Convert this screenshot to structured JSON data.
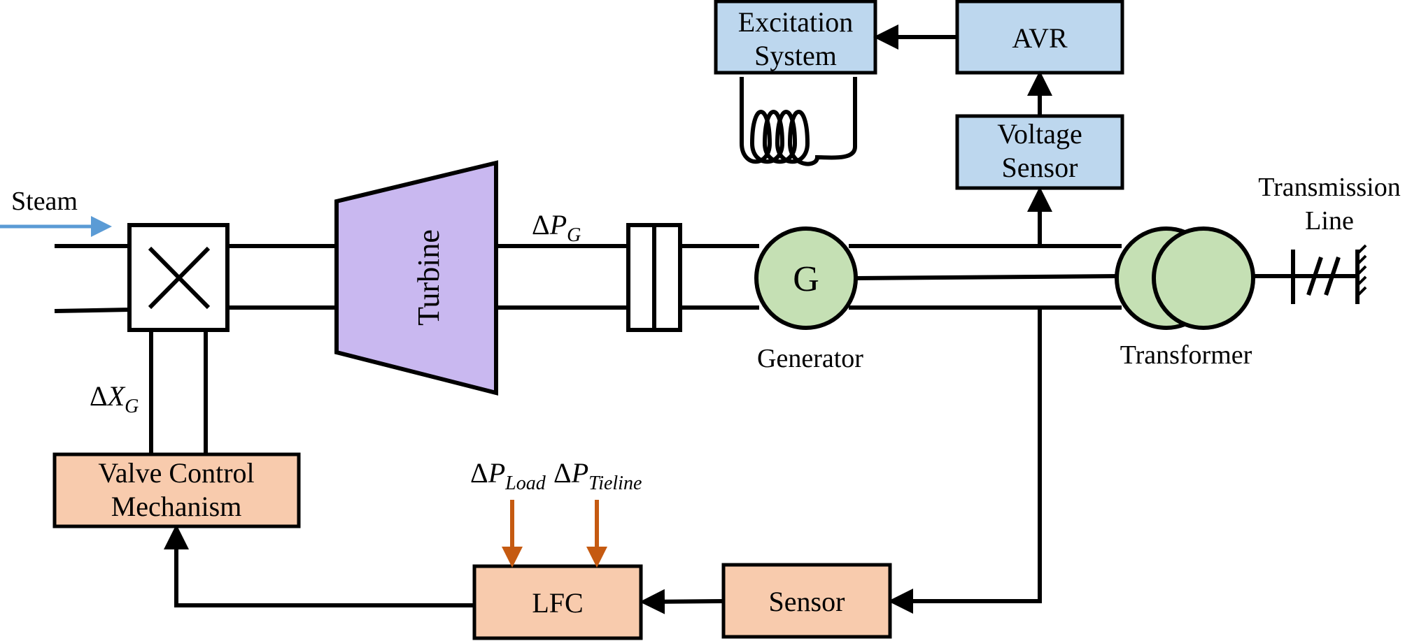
{
  "colors": {
    "steam_label": "#ff0000",
    "steam_arrow": "#5b9bd5",
    "blue_box": "#bdd7ee",
    "orange_box": "#f8cbad",
    "turbine_fill": "#c9b8f0",
    "green_fill": "#c5e0b4",
    "disturbance_arrow": "#c55a11",
    "line": "#000000"
  },
  "labels": {
    "steam": "Steam",
    "turbine": "Turbine",
    "generator_symbol": "G",
    "generator": "Generator",
    "transformer": "Transformer",
    "transmission_line_1": "Transmission",
    "transmission_line_2": "Line",
    "excitation_1": "Excitation",
    "excitation_2": "System",
    "avr": "AVR",
    "voltage_sensor_1": "Voltage",
    "voltage_sensor_2": "Sensor",
    "valve_control_1": "Valve Control",
    "valve_control_2": "Mechanism",
    "lfc": "LFC",
    "sensor": "Sensor"
  },
  "symbols": {
    "delta": "Δ",
    "pg_base": "P",
    "pg_sub": "G",
    "xg_base": "X",
    "xg_sub": "G",
    "pload_base": "P",
    "pload_sub": "Load",
    "ptie_base": "P",
    "ptie_sub": "Tieline"
  }
}
